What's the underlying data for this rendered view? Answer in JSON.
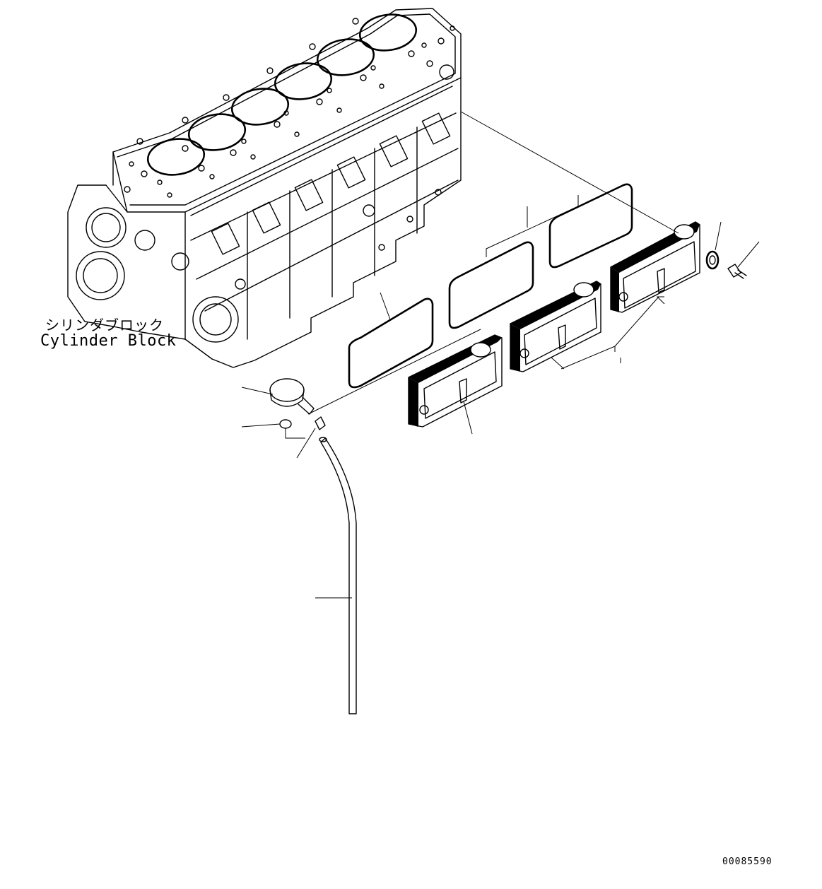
{
  "diagram": {
    "block_label_jp": "シリンダブロック",
    "block_label_en": "Cylinder Block",
    "drawing_number": "00085590"
  }
}
